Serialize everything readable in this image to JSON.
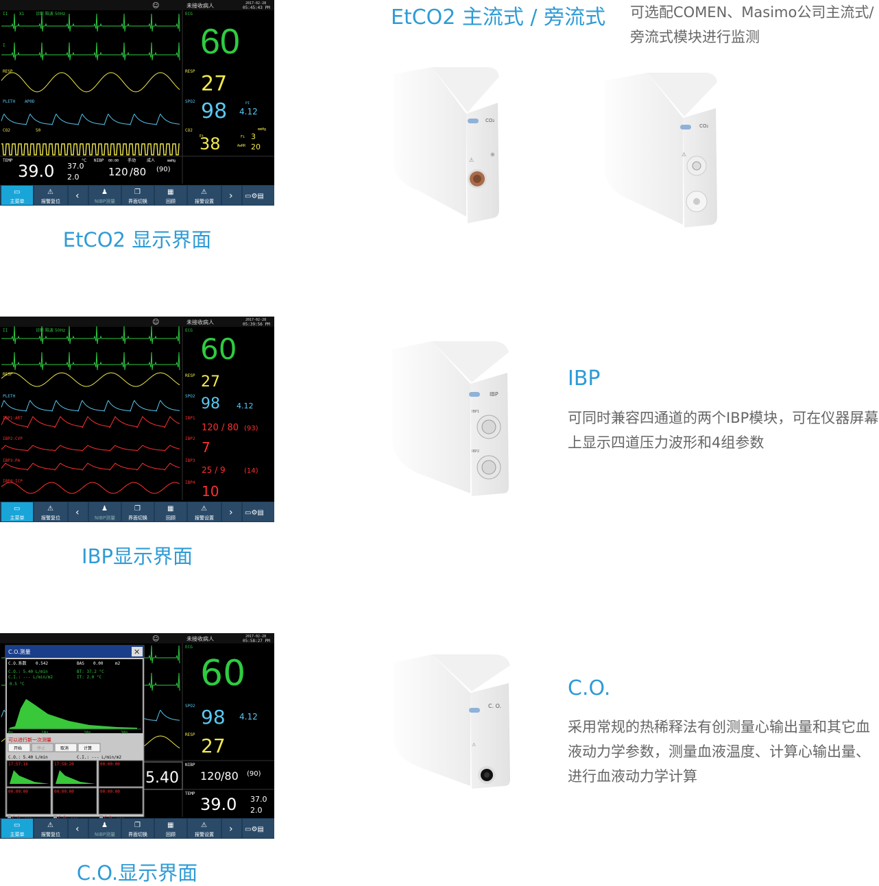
{
  "sections": [
    {
      "caption": "EtCO2 显示界面",
      "heading": "EtCO2 主流式 / 旁流式",
      "desc": "可选配COMEN、Masimo公司主流式/ 旁流式模块进行监测",
      "module_labels": [
        "CO₂",
        "CO₂"
      ]
    },
    {
      "caption": "IBP显示界面",
      "heading": "IBP",
      "desc": "可同时兼容四通道的两个IBP模块，可在仪器屏幕上显示四道压力波形和4组参数",
      "module_labels": [
        "IBP",
        "IBP1",
        "IBP2"
      ]
    },
    {
      "caption": "C.O.显示界面",
      "heading": "C.O.",
      "desc": "采用常规的热稀释法有创测量心输出量和其它血液动力学参数，测量血液温度、计算心输出量、进行血液动力学计算",
      "module_labels": [
        "C. O."
      ]
    }
  ],
  "monitor_common": {
    "patient": "未接收病人",
    "date": "2017-02-28",
    "menu": [
      "主菜单",
      "报警复位",
      "NIBP测量",
      "界面切换",
      "回顾",
      "报警设置"
    ]
  },
  "monitor1": {
    "time": "05:45:43 PM",
    "ecg_lead1": "II",
    "ecg_gain": "X1",
    "ecg_filter": "诊断 陷波 50Hz",
    "ecg_lead2": "I",
    "ecg_label": "ECG",
    "hr": "60",
    "resp_label": "RESP",
    "resp": "27",
    "spo2_label": "SPO2",
    "spo2": "98",
    "pi_label": "PI",
    "pi": "4.12",
    "pleth_label": "PLETH",
    "pleth_mode": "AP0D",
    "co2_label": "CO2",
    "co2_scale": "50",
    "etco2": "38",
    "fico2": "3",
    "awrr": "20",
    "co2_unit": "mmHg",
    "fi_label": "Fi",
    "awrr_label": "AwRR",
    "et_label": "Et",
    "temp_label": "TEMP",
    "t1": "39.0",
    "t2": "37.0",
    "td": "2.0",
    "temp_unit": "°C",
    "nibp_label": "NIBP",
    "nibp_time": "00:00",
    "nibp_mode": "手动",
    "nibp_adult": "成人",
    "nibp_unit": "mmHg",
    "nibp_sys": "120",
    "nibp_dia": "/80",
    "nibp_map": "(90)"
  },
  "monitor2": {
    "time": "05:39:56 PM",
    "ecg_filter": "诊断 陷波 50Hz",
    "hr": "60",
    "resp": "27",
    "spo2": "98",
    "pi": "4.12",
    "ibp1_label": "IBP1:ART",
    "ibp1_name": "IBP1",
    "ibp1_val": "120 / 80",
    "ibp1_map": "(93)",
    "ibp2_label": "IBP2:CVP",
    "ibp2_name": "IBP2",
    "ibp2_val": "7",
    "ibp3_label": "IBP3:PA",
    "ibp3_name": "IBP3",
    "ibp3_val": "25 / 9",
    "ibp3_map": "(14)",
    "ibp4_label": "IBP4:ICP",
    "ibp4_name": "IBP4",
    "ibp4_val": "10"
  },
  "monitor3": {
    "time": "05:58:27 PM",
    "hr": "60",
    "spo2": "98",
    "pi": "4.12",
    "resp": "27",
    "nibp_sys": "120",
    "nibp_dia": "/80",
    "nibp_map": "(90)",
    "t1": "39.0",
    "t2": "37.0",
    "td": "2.0",
    "co_value": "5.40",
    "dialog": {
      "title": "C.O.测量",
      "coef_label": "C.O.系数",
      "coef": "0.542",
      "bsa_label": "BAS",
      "bsa": "0.00",
      "bsa_unit": "m2",
      "co_line": "C.O.: 5.40  L/min",
      "ci_line": "C.I.: ---  L/min/m2",
      "bt_line": "BT: 37.2 °C",
      "it_line": "IT: 2.0 °C",
      "scale": "0.5 °C",
      "x_ticks": [
        "0s",
        "10s",
        "20s",
        "30s"
      ],
      "status": "可以进行新一次测量",
      "buttons": [
        "开始",
        "停止",
        "取消",
        "计算"
      ],
      "avg_co": "C.O.: 5.40  L/min",
      "avg_ci": "C.I.: ---  L/min/m2",
      "cells": [
        {
          "time": "17:57:16",
          "val": "C.O.:5.40"
        },
        {
          "time": "17:58:20",
          "val": "C.O.:5.40"
        },
        {
          "time": "00:00:00",
          "val": "C.O.:---"
        },
        {
          "time": "00:00:00",
          "val": "C.O.:---"
        },
        {
          "time": "00:00:00",
          "val": "C.O.:---"
        },
        {
          "time": "00:00:00",
          "val": "C.O.:---"
        }
      ]
    }
  },
  "colors": {
    "accent": "#2e9bd6",
    "ecg": "#2ecc40",
    "resp": "#f2e94e",
    "spo2": "#5ac8f0",
    "ibp": "#ff3030",
    "menu_bg": "#1f3b56",
    "menu_active": "#1aa5d8"
  }
}
